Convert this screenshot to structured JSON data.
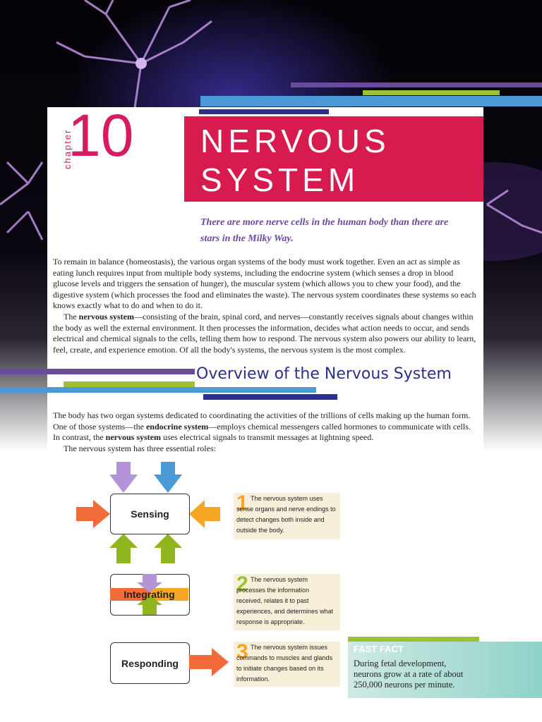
{
  "chapter": {
    "word": "chapter",
    "number": "10"
  },
  "title": {
    "line1": "NERVOUS",
    "line2": "SYSTEM"
  },
  "quote": "There are more nerve cells in the human body than there are stars in the Milky Way.",
  "intro": {
    "p1": "To remain in balance (homeostasis), the various organ systems of the body must work together. Even an act as simple as eating lunch requires input from multiple body systems, including the endocrine system (which senses a drop in blood glucose levels and triggers the sensation of hunger), the muscular system (which allows you to chew your food), and the digestive system (which processes the food and eliminates the waste). The nervous system coordinates these systems so each knows exactly what to do and when to do it.",
    "p2_pre": "The ",
    "p2_bold": "nervous system",
    "p2_post": "—consisting of the brain, spinal cord, and nerves—constantly receives signals about changes within the body as well the external environment. It then processes the information, decides what action needs to occur, and sends electrical and chemical signals to the cells, telling them how to respond. The nervous system also powers our ability to learn, feel, create, and experience emotion. Of all the body's systems, the nervous system is the most complex."
  },
  "section": {
    "title": "Overview of the Nervous System",
    "p1_a": "The body has two organ systems dedicated to coordinating the activities of the trillions of cells making up the human form. One of those systems—the ",
    "p1_b": "endocrine system",
    "p1_c": "—employs chemical messengers called hormones to communicate with cells. In contrast, the ",
    "p1_d": "nervous system",
    "p1_e": " uses electrical signals to transmit messages at lightning speed.",
    "p2": "The nervous system has three essential roles:"
  },
  "roles": [
    {
      "label": "Sensing",
      "num": "1",
      "text": "The nervous system uses sense organs and nerve endings to detect changes both inside and outside the body."
    },
    {
      "label": "Integrating",
      "num": "2",
      "text": "The nervous system processes the information received, relates it to past experiences, and determines what response is appropriate."
    },
    {
      "label": "Responding",
      "num": "3",
      "text": "The nervous system issues commands to muscles and glands to initiate changes based on its information."
    }
  ],
  "fast_fact": {
    "heading": "FAST FACT",
    "text": "During fetal development, neurons grow at a rate of about 250,000 neurons per minute."
  },
  "colors": {
    "magenta": "#d81b4f",
    "purple": "#6a4a9e",
    "navy": "#2b2f8f",
    "blue": "#4a9ad8",
    "lime": "#9ac231",
    "lavender": "#b494d8",
    "orange": "#f26b3a",
    "amber": "#f5a623",
    "olive": "#8fb51f",
    "note_bg": "#f7efd9",
    "teal": "#8fd2c8"
  },
  "icons": {
    "arrows": "block-arrow-icon"
  }
}
